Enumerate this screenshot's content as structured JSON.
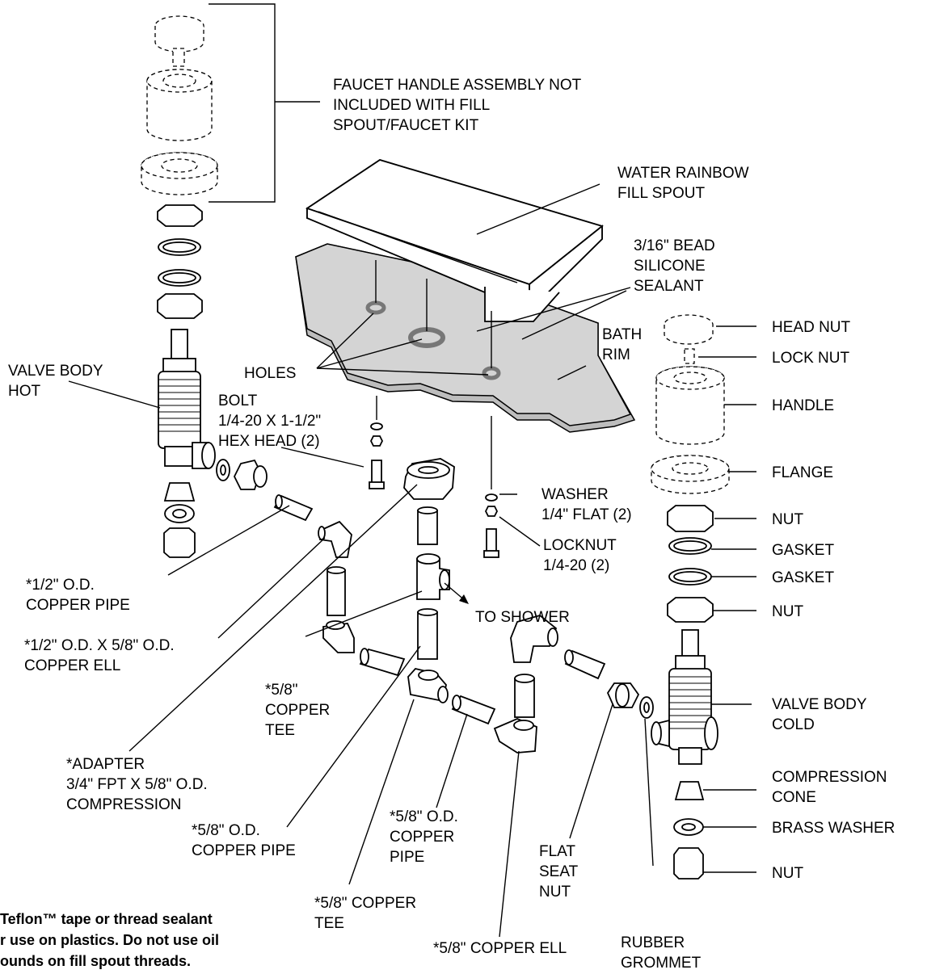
{
  "labels": {
    "faucet_handle_line1": "FAUCET HANDLE ASSEMBLY NOT",
    "faucet_handle_line2": "INCLUDED WITH FILL",
    "faucet_handle_line3": "SPOUT/FAUCET KIT",
    "fill_spout_line1": "WATER RAINBOW",
    "fill_spout_line2": "FILL SPOUT",
    "sealant_line1": "3/16\" BEAD",
    "sealant_line2": "SILICONE",
    "sealant_line3": "SEALANT",
    "bath_rim_line1": "BATH",
    "bath_rim_line2": "RIM",
    "holes": "HOLES",
    "valve_hot_line1": "VALVE BODY",
    "valve_hot_line2": "HOT",
    "bolt_line1": "BOLT",
    "bolt_line2": "1/4-20 X 1-1/2\"",
    "bolt_line3": "HEX HEAD (2)",
    "head_nut": "HEAD NUT",
    "lock_nut": "LOCK NUT",
    "handle": "HANDLE",
    "flange": "FLANGE",
    "washer_line1": "WASHER",
    "washer_line2": "1/4\" FLAT (2)",
    "nut_1": "NUT",
    "locknut_line1": "LOCKNUT",
    "locknut_line2": "1/4-20 (2)",
    "gasket_1": "GASKET",
    "gasket_2": "GASKET",
    "nut_2": "NUT",
    "copper_pipe_half_line1": "*1/2\" O.D.",
    "copper_pipe_half_line2": "COPPER PIPE",
    "to_shower": "TO SHOWER",
    "copper_ell_reducer_line1": "*1/2\" O.D. X 5/8\" O.D.",
    "copper_ell_reducer_line2": "COPPER ELL",
    "copper_tee_upper_line1": "*5/8\"",
    "copper_tee_upper_line2": "COPPER",
    "copper_tee_upper_line3": "TEE",
    "valve_cold_line1": "VALVE BODY",
    "valve_cold_line2": "COLD",
    "adapter_line1": "*ADAPTER",
    "adapter_line2": "3/4\" FPT X 5/8\" O.D.",
    "adapter_line3": "COMPRESSION",
    "compression_cone_line1": "COMPRESSION",
    "compression_cone_line2": "CONE",
    "brass_washer": "BRASS WASHER",
    "copper_pipe_58_a_line1": "*5/8\" O.D.",
    "copper_pipe_58_a_line2": "COPPER PIPE",
    "copper_pipe_58_b_line1": "*5/8\" O.D.",
    "copper_pipe_58_b_line2": "COPPER",
    "copper_pipe_58_b_line3": "PIPE",
    "flat_seat_nut_line1": "FLAT",
    "flat_seat_nut_line2": "SEAT",
    "flat_seat_nut_line3": "NUT",
    "nut_3": "NUT",
    "copper_tee_lower_line1": "*5/8\" COPPER",
    "copper_tee_lower_line2": "TEE",
    "copper_ell": "*5/8\" COPPER ELL",
    "rubber_grommet_line1": "RUBBER",
    "rubber_grommet_line2": "GROMMET"
  },
  "note": {
    "line1": "Teflon™ tape or thread sealant",
    "line2": "r use on plastics. Do not use oil",
    "line3": "ounds on fill spout threads."
  },
  "colors": {
    "rim_fill": "#d4d4d4",
    "line": "#000000",
    "background": "#ffffff"
  }
}
